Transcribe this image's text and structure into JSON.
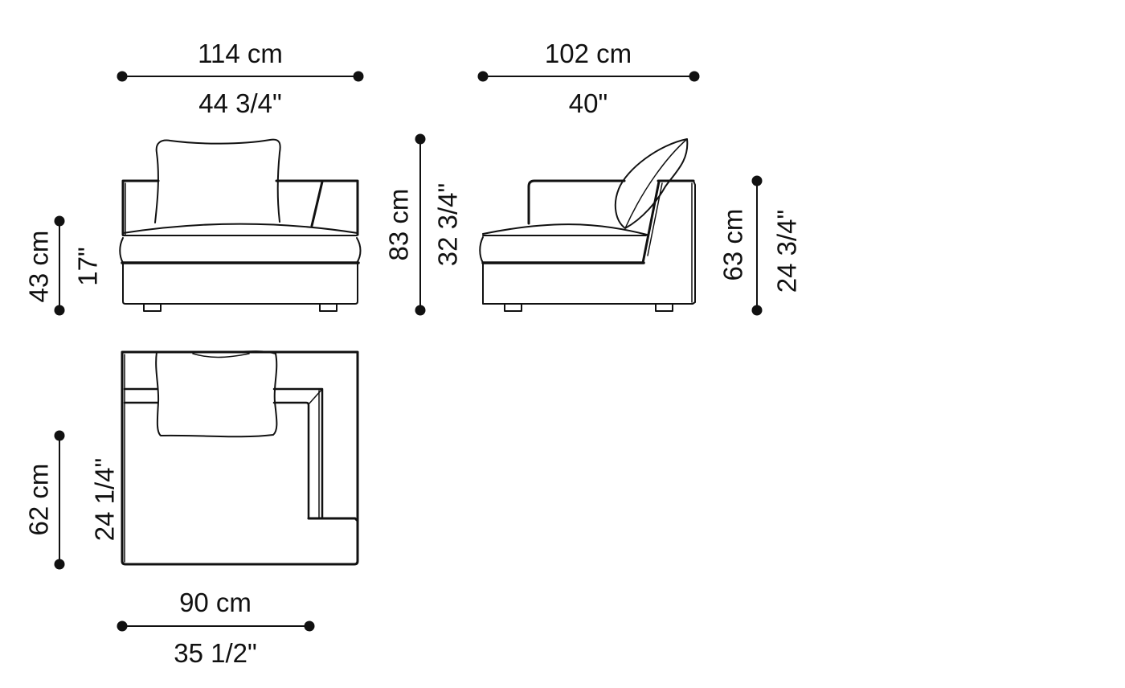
{
  "drawing": {
    "subject": "sofa armchair module dimension drawing",
    "views": [
      {
        "id": "front",
        "label": "front view"
      },
      {
        "id": "side",
        "label": "side view"
      },
      {
        "id": "top",
        "label": "top view"
      }
    ],
    "colors": {
      "ink": "#111111",
      "background": "#ffffff"
    }
  },
  "dimensions": {
    "front_width": {
      "metric": "114 cm",
      "imperial": "44 3/4\""
    },
    "side_depth": {
      "metric": "102 cm",
      "imperial": "40\""
    },
    "seat_height": {
      "metric": "43 cm",
      "imperial": "17\""
    },
    "total_height": {
      "metric": "83 cm",
      "imperial": "32 3/4\""
    },
    "arm_height": {
      "metric": "63 cm",
      "imperial": "24 3/4\""
    },
    "seat_depth": {
      "metric": "62 cm",
      "imperial": "24 1/4\""
    },
    "seat_width": {
      "metric": "90 cm",
      "imperial": "35 1/2\""
    }
  }
}
